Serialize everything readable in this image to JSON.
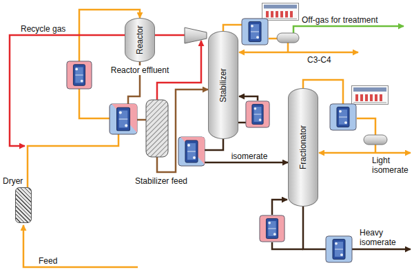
{
  "diagram": {
    "nodes": [
      {
        "text": [
          "Dryer"
        ]
      },
      {
        "text": [
          "Reactor"
        ]
      },
      {
        "text": [
          "Stabilizer"
        ]
      },
      {
        "text": [
          "Fractionator"
        ]
      }
    ],
    "edges": [
      {
        "from": 0,
        "to": 1,
        "arrow": "to"
      },
      {
        "from": 1,
        "to": 2,
        "arrow": "to"
      },
      {
        "from": 2,
        "to": 3,
        "label": "isomerate",
        "arrow": "to"
      }
    ],
    "labels": [
      "Recycle gas",
      "Off-gas for treatment",
      "C3-C4",
      "Reactor effluent",
      "Light isomerate",
      "Stabilizer feed",
      "Heavy isomerate",
      "Feed"
    ]
  }
}
